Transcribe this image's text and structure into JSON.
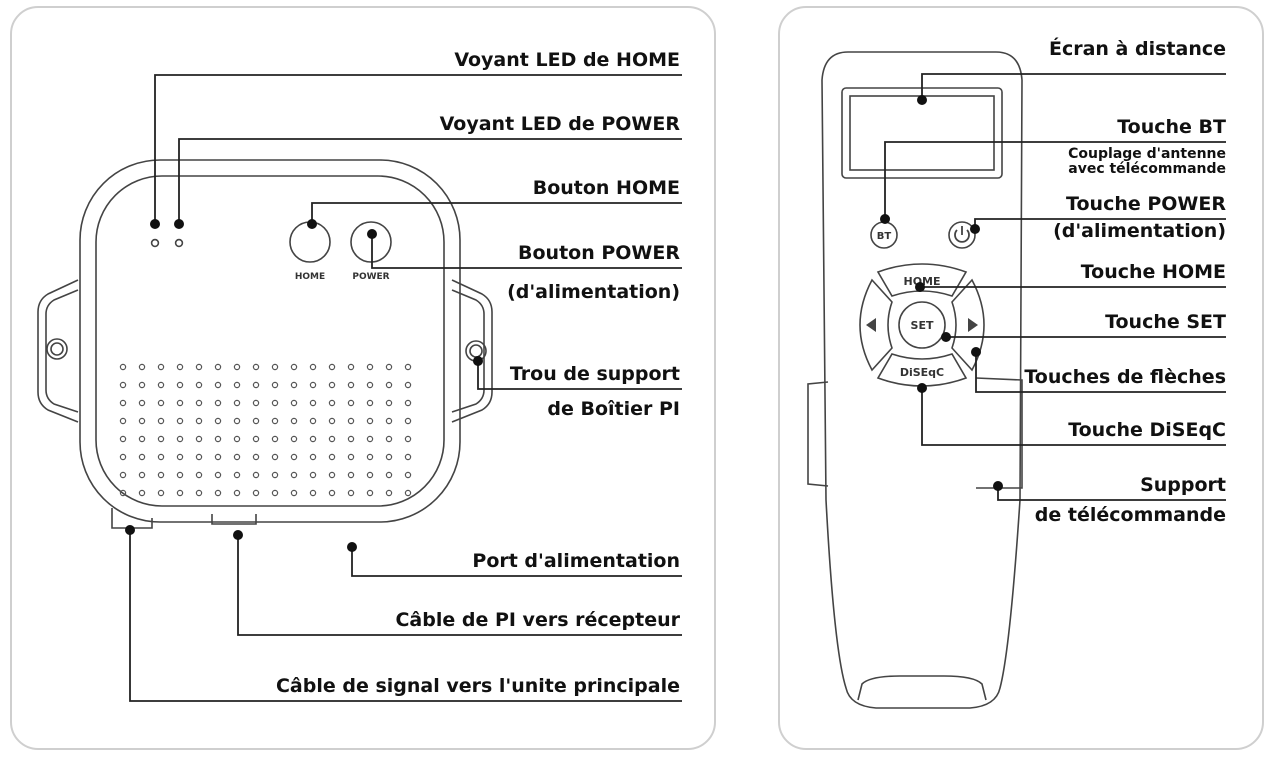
{
  "base_unit": {
    "home_led_label": "Voyant LED de HOME",
    "power_led_label": "Voyant LED de POWER",
    "home_button_label": "Bouton HOME",
    "power_button_label": "Bouton POWER",
    "power_button_sub": "(d'alimentation)",
    "mount_hole_label": "Trou de support",
    "mount_hole_sub": "de Boîtier PI",
    "power_port_label": "Port d'alimentation",
    "receiver_cable_label": "Câble de PI vers récepteur",
    "signal_cable_label": "Câble de signal vers l'unite principale",
    "home_button_text": "HOME",
    "power_button_text": "POWER"
  },
  "remote": {
    "screen_label": "Écran à distance",
    "bt_label": "Touche BT",
    "bt_sub_1": "Couplage d'antenne",
    "bt_sub_2": "avec télécommande",
    "power_label": "Touche POWER",
    "power_sub": "(d'alimentation)",
    "home_label": "Touche HOME",
    "set_label": "Touche SET",
    "arrows_label": "Touches de flèches",
    "diseqc_label": "Touche DiSEqC",
    "holder_label": "Support",
    "holder_sub": "de télécommande",
    "bt_key_text": "BT",
    "home_key_text": "HOME",
    "set_key_text": "SET",
    "diseqc_key_text": "DiSEqC"
  }
}
